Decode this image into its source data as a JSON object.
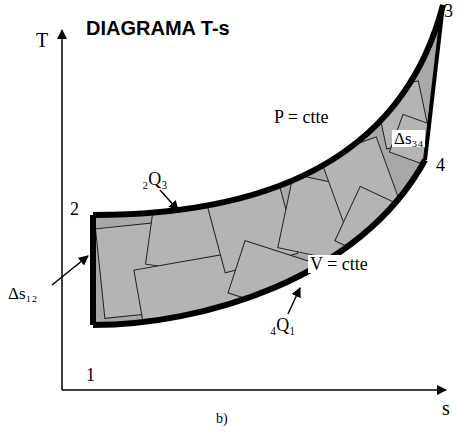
{
  "diagram": {
    "labels": [
      "T",
      "DIAGRAMA T-s",
      "3",
      "P = ctte",
      "Δs₃₄",
      "₂Q₃",
      "2",
      "4",
      "Δs₁₂",
      "V = ctte",
      "₄Q₁",
      "1",
      "s",
      "b)"
    ]
  }
}
